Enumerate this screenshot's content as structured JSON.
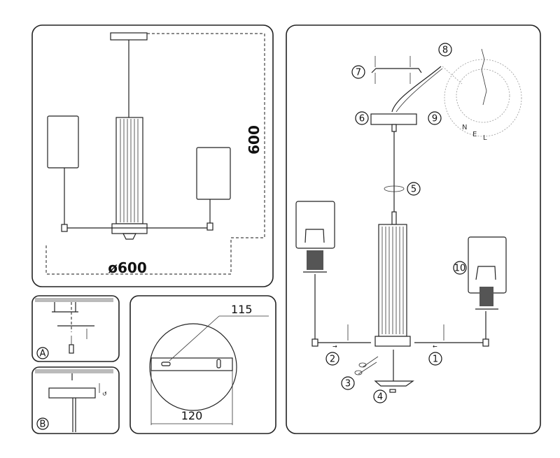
{
  "dimensions": {
    "height": "600",
    "diameter": "ø600",
    "plate_hole_spacing": "115",
    "plate_width": "120"
  },
  "detail_labels": {
    "a": "A",
    "b": "B"
  },
  "wiring_labels": {
    "n": "N",
    "e": "E",
    "l": "L"
  },
  "callouts": {
    "c1": "1",
    "c2": "2",
    "c3": "3",
    "c4": "4",
    "c5": "5",
    "c6": "6",
    "c7": "7",
    "c8": "8",
    "c9": "9",
    "c10": "10"
  }
}
